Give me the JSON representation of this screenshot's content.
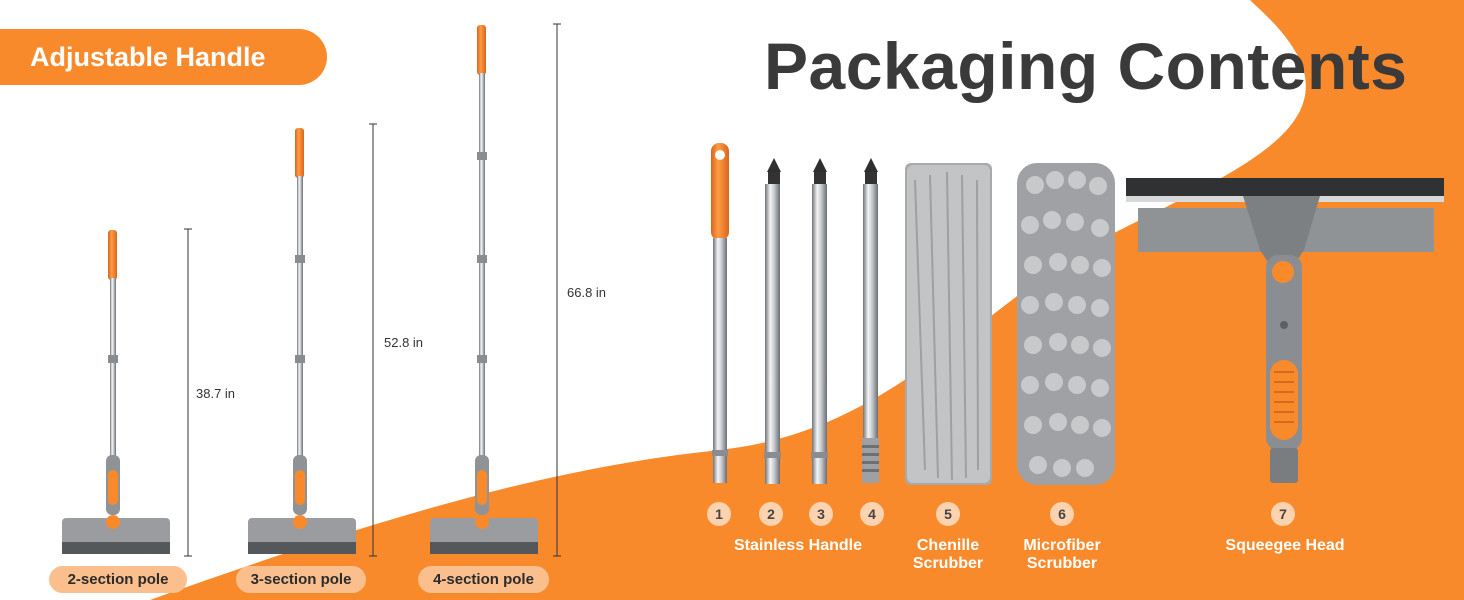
{
  "badge": {
    "label": "Adjustable Handle"
  },
  "title": "Packaging Contents",
  "poles": [
    {
      "label": "2-section pole",
      "length": "38.7 in"
    },
    {
      "label": "3-section pole",
      "length": "52.8 in"
    },
    {
      "label": "4-section pole",
      "length": "66.8 in"
    }
  ],
  "parts": {
    "numbers": [
      "1",
      "2",
      "3",
      "4",
      "5",
      "6",
      "7"
    ],
    "captions": {
      "stainless_handle": "Stainless Handle",
      "chenille": [
        "Chenille",
        "Scrubber"
      ],
      "microfiber": [
        "Microfiber",
        "Scrubber"
      ],
      "squeegee": "Squeegee Head"
    }
  },
  "colors": {
    "accent": "#f98a2c",
    "label_bg": "#fbbf8d",
    "title_text": "#3a3a3a"
  }
}
